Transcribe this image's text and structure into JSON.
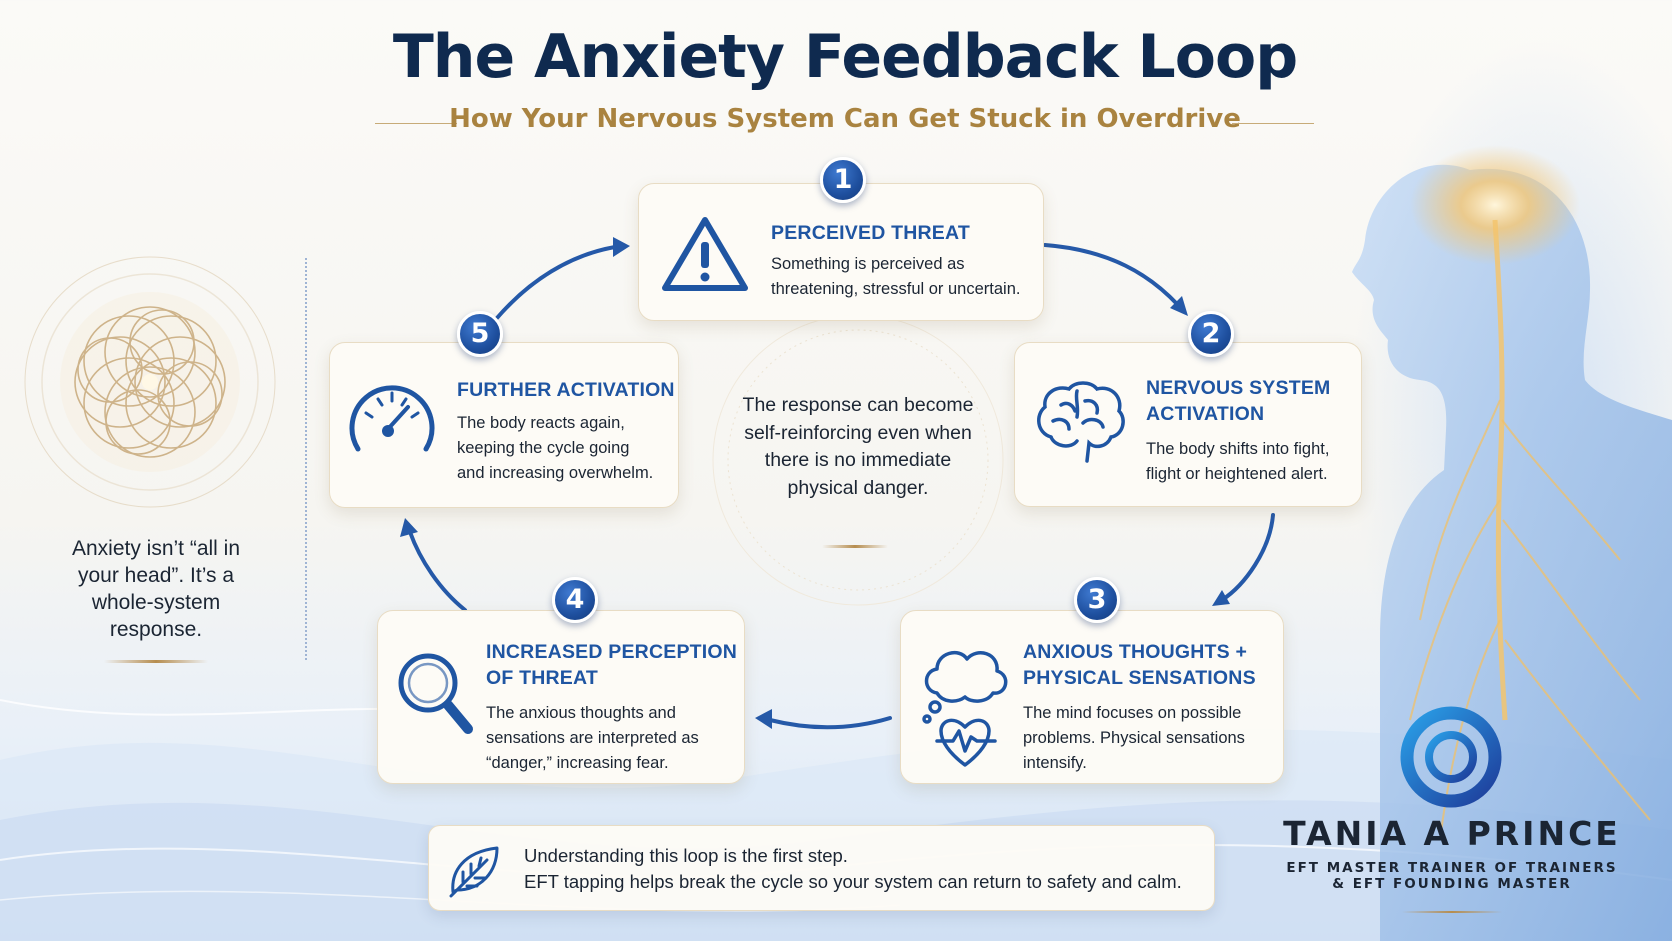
{
  "title": "The Anxiety Feedback Loop",
  "subtitle": "How Your Nervous System Can Get Stuck in Overdrive",
  "center_text": "The response can become self-reinforcing even when there is no immediate physical danger.",
  "side_note": "Anxiety isn’t “all in your head”. It’s a whole-system response.",
  "steps": [
    {
      "number": "1",
      "heading": "PERCEIVED THREAT",
      "lines": [
        "Something is perceived as",
        "threatening, stressful or uncertain."
      ],
      "icon": "warning-triangle-icon"
    },
    {
      "number": "2",
      "heading_lines": [
        "NERVOUS SYSTEM",
        "ACTIVATION"
      ],
      "lines": [
        "The body shifts into fight,",
        "flight or heightened alert."
      ],
      "icon": "brain-icon"
    },
    {
      "number": "3",
      "heading_lines": [
        "ANXIOUS THOUGHTS +",
        "PHYSICAL SENSATIONS"
      ],
      "lines": [
        "The mind focuses on possible",
        "problems. Physical sensations",
        "intensify."
      ],
      "icon": "thought-heart-icon"
    },
    {
      "number": "4",
      "heading_lines": [
        "INCREASED PERCEPTION",
        "OF THREAT"
      ],
      "lines": [
        "The anxious thoughts and",
        "sensations are interpreted as",
        "“danger,” increasing fear."
      ],
      "icon": "magnifier-icon"
    },
    {
      "number": "5",
      "heading": "FURTHER ACTIVATION",
      "lines": [
        "The body reacts again,",
        "keeping the cycle going",
        "and increasing overwhelm."
      ],
      "icon": "gauge-icon"
    }
  ],
  "footer": {
    "line1": "Understanding this loop is the first step.",
    "line2": "EFT tapping helps break the cycle so your system can return to safety and calm.",
    "icon": "leaf-icon"
  },
  "brand": {
    "name": "TANIA A PRINCE",
    "line1": "EFT MASTER TRAINER OF TRAINERS",
    "line2": "& EFT FOUNDING MASTER"
  },
  "colors": {
    "navy": "#0f2a4f",
    "accent_blue": "#1f55a2",
    "gold": "#a98340",
    "card_bg": "#fdfbf6"
  }
}
